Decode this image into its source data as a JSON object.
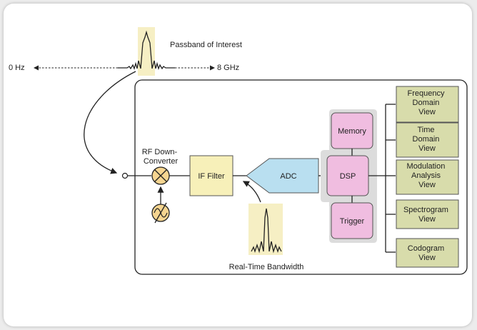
{
  "spectrum": {
    "passband_label": "Passband of Interest",
    "low_freq": "0 Hz",
    "high_freq": "8 GHz"
  },
  "blocks": {
    "rf_downconverter": [
      "RF Down-",
      "Converter"
    ],
    "if_filter": "IF Filter",
    "adc": "ADC",
    "dsp": "DSP",
    "memory": "Memory",
    "trigger": "Trigger"
  },
  "realtime_label": "Real-Time Bandwidth",
  "views": [
    [
      "Frequency",
      "Domain",
      "View"
    ],
    [
      "Time",
      "Domain",
      "View"
    ],
    [
      "Modulation",
      "Analysis",
      "View"
    ],
    [
      "Spectrogram",
      "View"
    ],
    [
      "Codogram",
      "View"
    ]
  ],
  "colors": {
    "highlight": "#f6efc4",
    "if_filter": "#f7f0b9",
    "adc": "#b9dff0",
    "dsp": "#f0bde0",
    "dsp_backdrop": "#dcdcdc",
    "view_box": "#d8dcab",
    "mixer": "#f6d590"
  }
}
